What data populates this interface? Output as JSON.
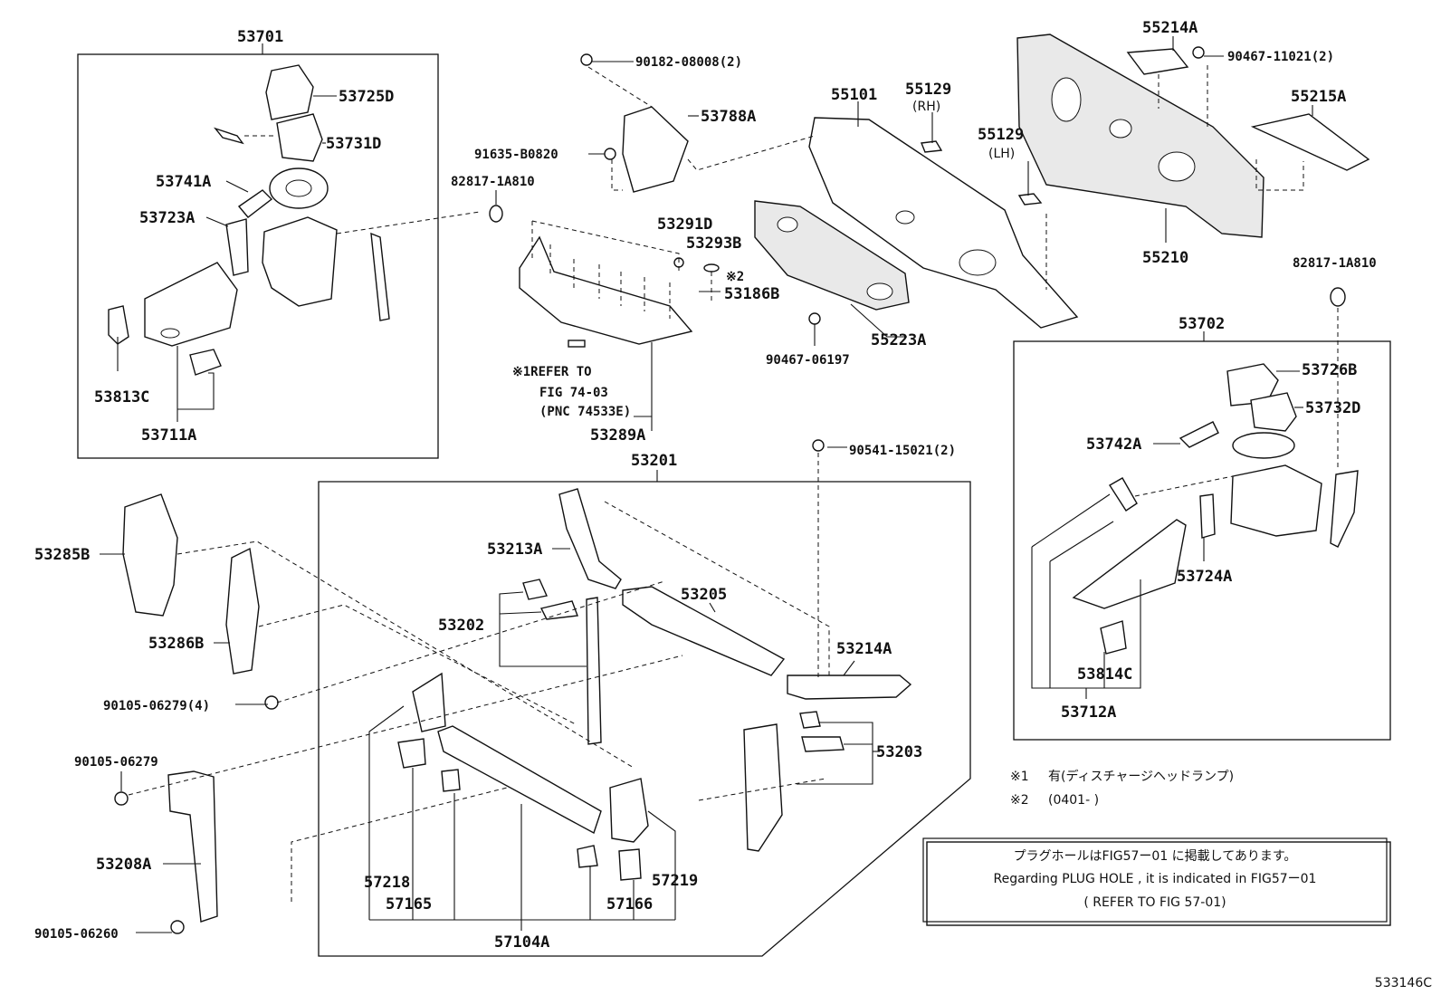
{
  "group_labels": {
    "53701": "53701",
    "53702": "53702",
    "53201": "53201"
  },
  "part_labels": {
    "p53725D": "53725D",
    "p53731D": "53731D",
    "p53741A": "53741A",
    "p53723A": "53723A",
    "p53813C": "53813C",
    "p53711A": "53711A",
    "p90182": "90182-08008(2)",
    "p53788A": "53788A",
    "p91635": "91635-B0820",
    "p82817a": "82817-1A810",
    "p53291D": "53291D",
    "p53293B": "53293B",
    "p53186B": "53186B",
    "p53289A": "53289A",
    "p55101": "55101",
    "p55129rh": "55129",
    "p55129lh": "55129",
    "p55223A": "55223A",
    "p90467a": "90467-06197",
    "p55214A": "55214A",
    "p90467b": "90467-11021(2)",
    "p55215A": "55215A",
    "p55210": "55210",
    "p82817b": "82817-1A810",
    "p53726B": "53726B",
    "p53732D": "53732D",
    "p53742A": "53742A",
    "p53724A": "53724A",
    "p53814C": "53814C",
    "p53712A": "53712A",
    "p90541": "90541-15021(2)",
    "p53285B": "53285B",
    "p53286B": "53286B",
    "p90105a": "90105-06279(4)",
    "p90105b": "90105-06279",
    "p53208A": "53208A",
    "p90105c": "90105-06260",
    "p53213A": "53213A",
    "p53205": "53205",
    "p53202": "53202",
    "p53214A": "53214A",
    "p53203": "53203",
    "p57218": "57218",
    "p57165": "57165",
    "p57166": "57166",
    "p57219": "57219",
    "p57104A": "57104A"
  },
  "side_labels": {
    "rh": "(RH)",
    "lh": "(LH)",
    "mark2": "※2"
  },
  "refer_note": {
    "line1": "※1REFER TO",
    "line2": "FIG 74-03",
    "line3": "(PNC 74533E)"
  },
  "footnotes": {
    "n1_mark": "※1",
    "n1_text": "有(ディスチャージヘッドランプ)",
    "n2_mark": "※2",
    "n2_text": "(0401-        )"
  },
  "info_box": {
    "line1": "プラグホールはFIG57ー01 に掲載してあります。",
    "line2": "Regarding PLUG HOLE , it is indicated in FIG57ー01",
    "line3": "( REFER TO FIG 57-01)"
  },
  "figure_id": "533146C"
}
